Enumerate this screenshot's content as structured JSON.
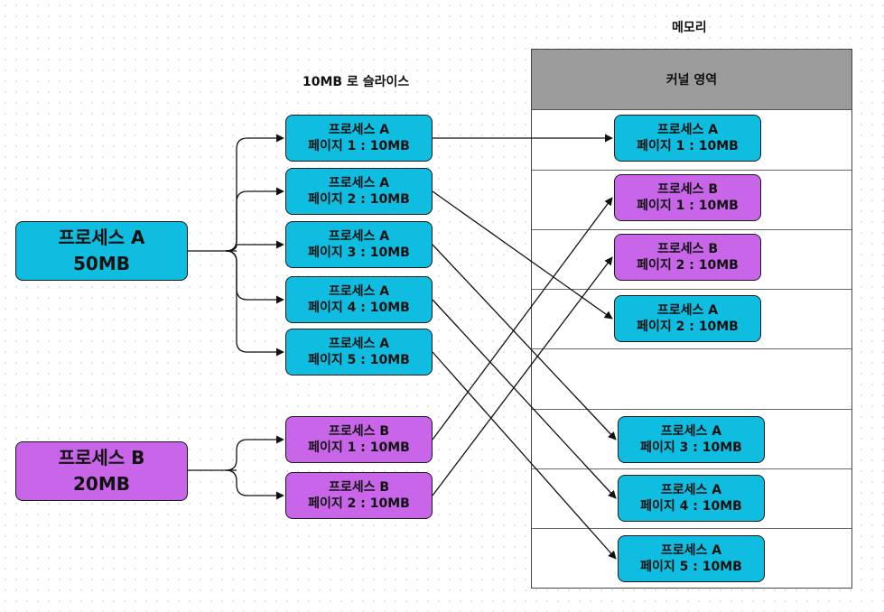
{
  "memory_title": "메모리",
  "slice_title": "10MB 로 슬라이스",
  "kernel_label": "커널 영역",
  "sources": [
    {
      "name": "프로세스 A",
      "size": "50MB"
    },
    {
      "name": "프로세스 B",
      "size": "20MB"
    }
  ],
  "pages": [
    {
      "name": "프로세스 A",
      "page": "페이지 1 : 10MB"
    },
    {
      "name": "프로세스 A",
      "page": "페이지 2 : 10MB"
    },
    {
      "name": "프로세스 A",
      "page": "페이지 3 : 10MB"
    },
    {
      "name": "프로세스 A",
      "page": "페이지 4 : 10MB"
    },
    {
      "name": "프로세스 A",
      "page": "페이지 5 : 10MB"
    },
    {
      "name": "프로세스 B",
      "page": "페이지 1 : 10MB"
    },
    {
      "name": "프로세스 B",
      "page": "페이지 2 : 10MB"
    }
  ],
  "memory": [
    {
      "name": "프로세스 A",
      "page": "페이지 1 : 10MB"
    },
    {
      "name": "프로세스 B",
      "page": "페이지 1 : 10MB"
    },
    {
      "name": "프로세스 B",
      "page": "페이지 2 : 10MB"
    },
    {
      "name": "프로세스 A",
      "page": "페이지 2 : 10MB"
    },
    {
      "name": "프로세스 A",
      "page": "페이지 3 : 10MB"
    },
    {
      "name": "프로세스 A",
      "page": "페이지 4 : 10MB"
    },
    {
      "name": "프로세스 A",
      "page": "페이지 5 : 10MB"
    }
  ],
  "colors": {
    "process_a": "#0fbde0",
    "process_b": "#c865e8",
    "kernel": "#9b9b9b"
  }
}
